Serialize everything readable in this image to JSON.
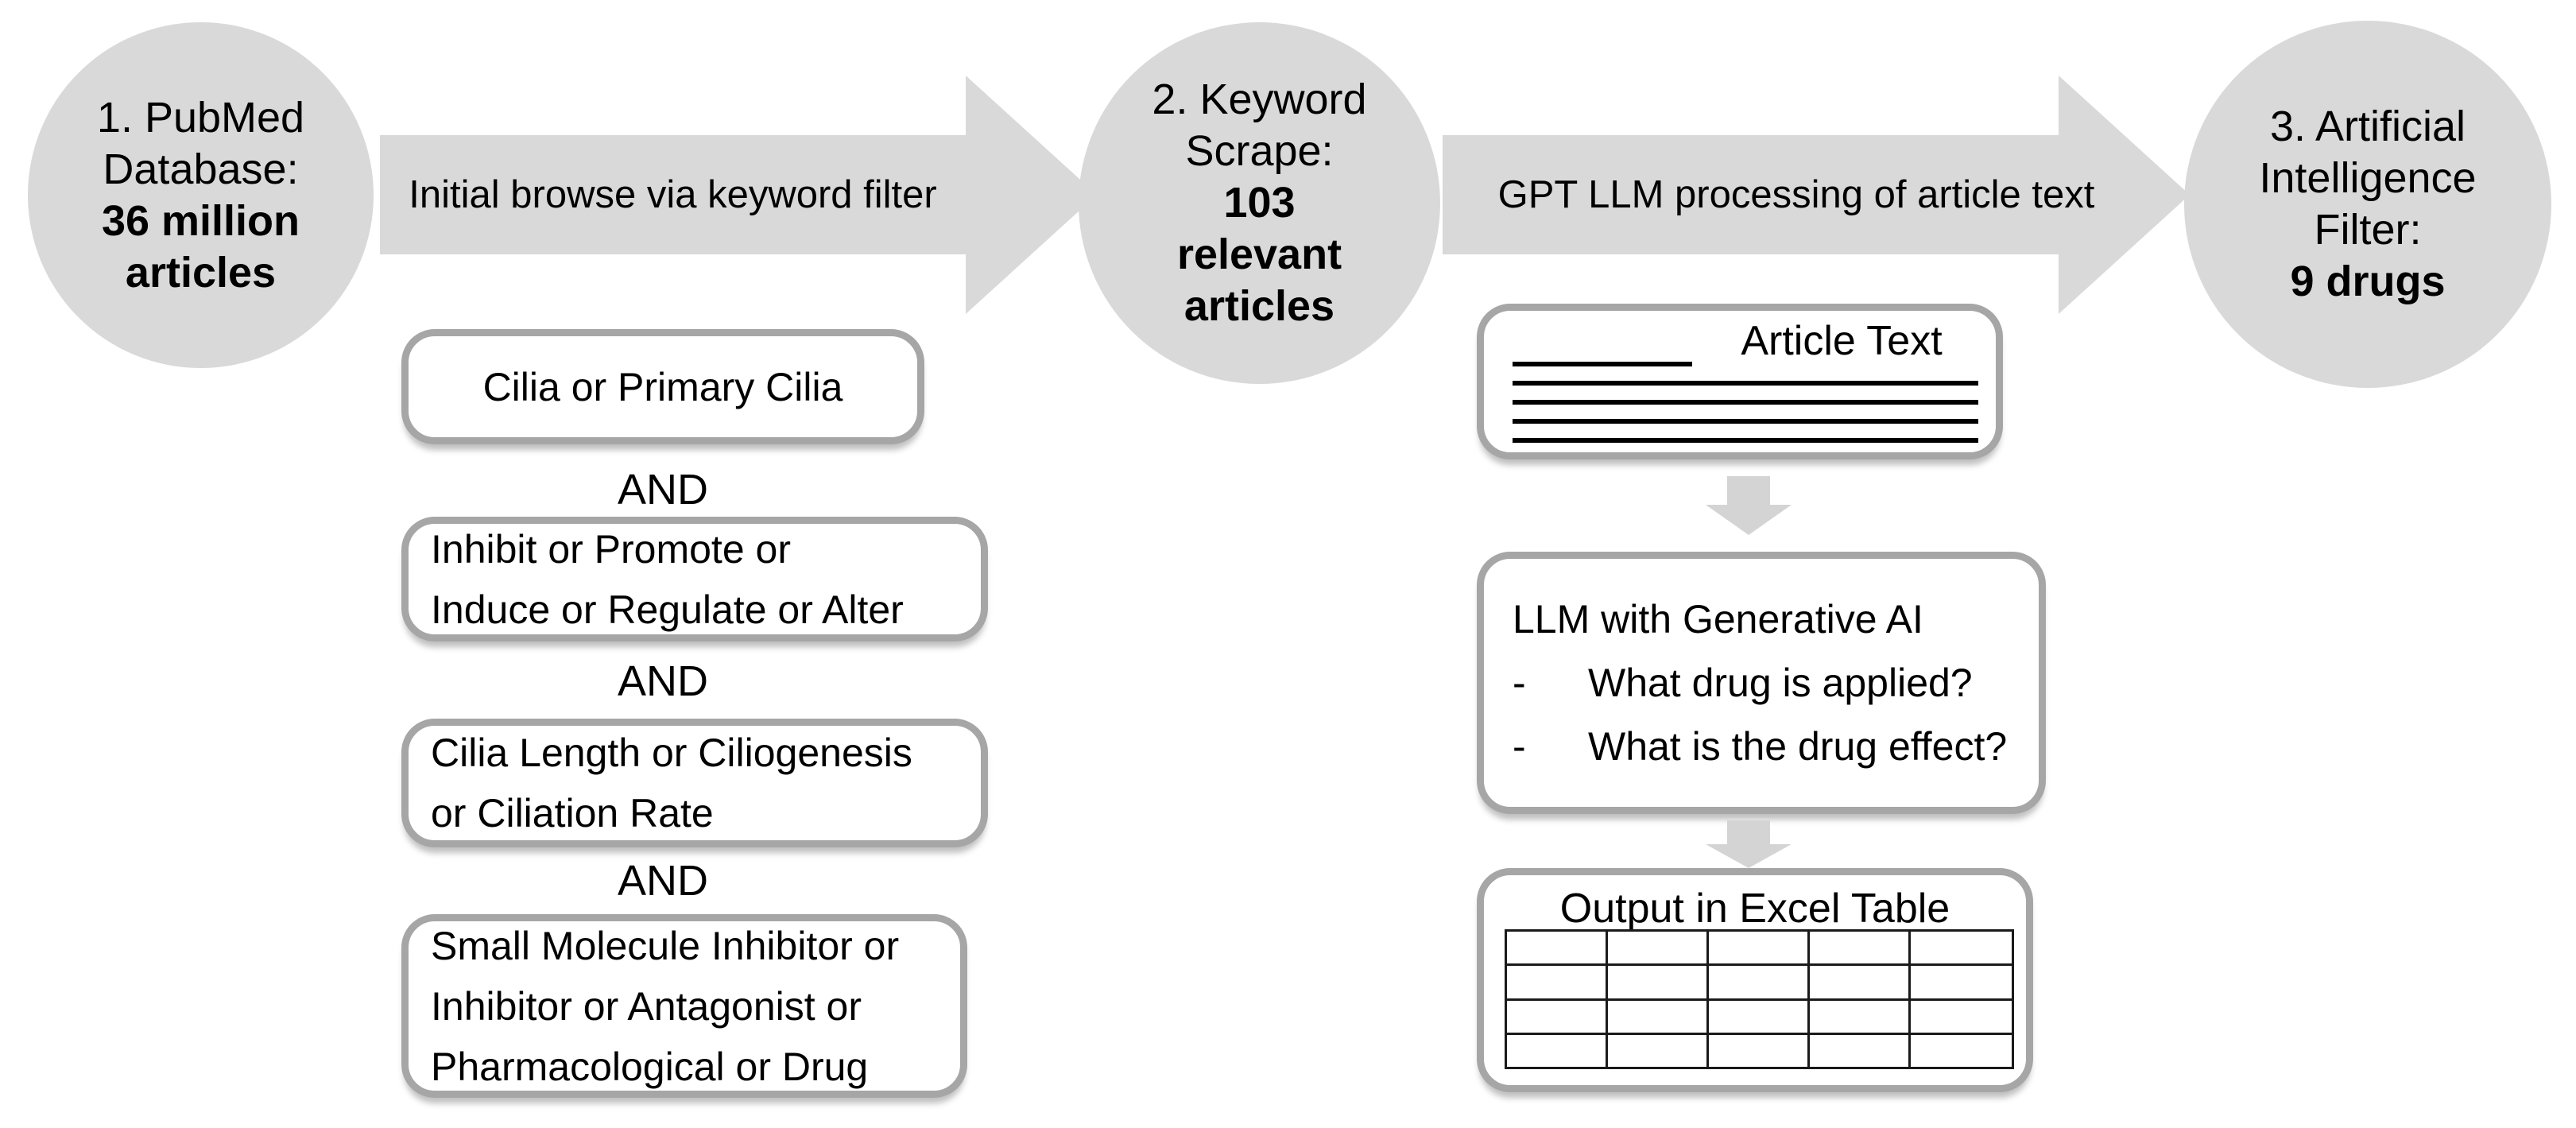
{
  "colors": {
    "shape_fill": "#d9d9d9",
    "small_arrow_fill": "#d4d4d4",
    "box_border": "#a6a6a6",
    "grid_border": "#1a1a1a",
    "text": "#000000"
  },
  "stages": [
    {
      "title_lines": [
        "1. PubMed",
        "Database:"
      ],
      "bold_lines": [
        "36 million",
        "articles"
      ]
    },
    {
      "title_lines": [
        "2. Keyword",
        "Scrape:"
      ],
      "bold_lines": [
        "103",
        "relevant",
        "articles"
      ]
    },
    {
      "title_lines": [
        "3. Artificial",
        "Intelligence",
        "Filter:"
      ],
      "bold_lines": [
        "9 drugs"
      ]
    }
  ],
  "arrows": [
    {
      "label": "Initial browse via keyword filter"
    },
    {
      "label": "GPT LLM processing of article text"
    }
  ],
  "keyword_filter": {
    "connector": "AND",
    "boxes": [
      {
        "lines": [
          "Cilia or Primary Cilia"
        ]
      },
      {
        "lines": [
          "Inhibit or Promote or",
          "Induce or Regulate or Alter"
        ]
      },
      {
        "lines": [
          "Cilia Length or Ciliogenesis",
          "or Ciliation Rate"
        ]
      },
      {
        "lines": [
          "Small Molecule Inhibitor or",
          "Inhibitor or Antagonist or",
          "Pharmacological or Drug"
        ]
      }
    ]
  },
  "llm_pipeline": {
    "article_box": {
      "title": "Article Text"
    },
    "llm_box": {
      "title": "LLM with Generative AI",
      "bullet_marker": "-",
      "bullets": [
        "What drug is applied?",
        "What is the drug effect?"
      ]
    },
    "output_box": {
      "title": "Output in Excel Table",
      "grid": {
        "rows": 4,
        "cols": 5
      }
    }
  }
}
